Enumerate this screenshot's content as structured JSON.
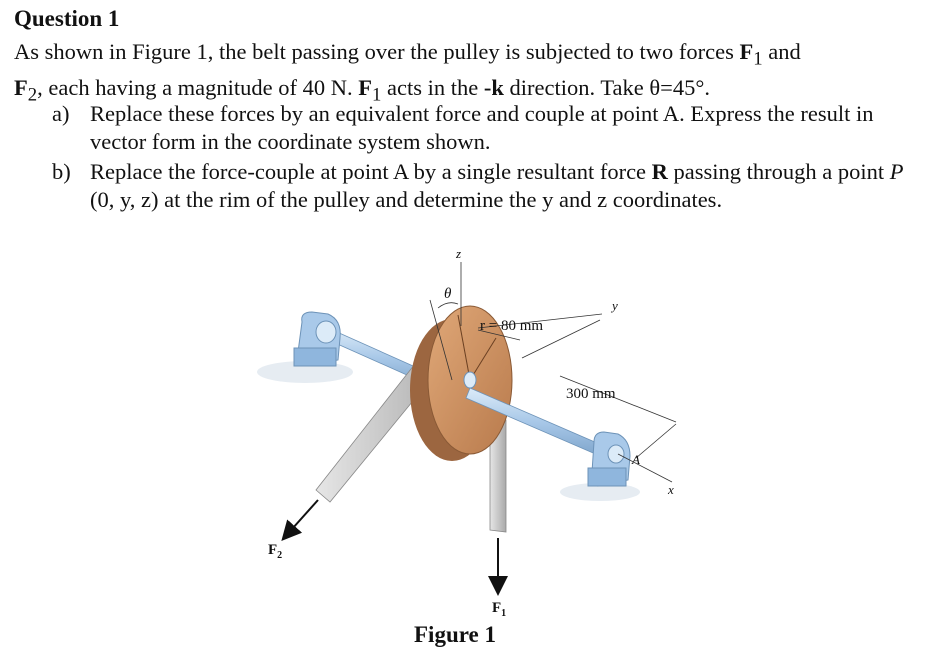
{
  "question": {
    "title": "Question 1",
    "intro": {
      "t1": "As shown in Figure 1, the belt passing over the pulley is subjected to two forces ",
      "f1": "F",
      "f1_sub": "1",
      "t2": " and ",
      "f2": "F",
      "f2_sub": "2",
      "t3": ", each having a magnitude of 40 N. ",
      "f1b": "F",
      "f1b_sub": "1",
      "t4": " acts in the ",
      "dir": "-k",
      "t5": " direction. Take θ=45°."
    },
    "parts": [
      {
        "label": "a)",
        "text": "Replace these forces by an equivalent force and couple at point A. Express the result in vector form in the coordinate system shown."
      },
      {
        "label": "b)",
        "t1": "Replace the force-couple at point A by a single resultant force ",
        "r": "R",
        "t2": " passing through a point ",
        "p": "P",
        "t3": " (0, y, z) at the rim of the pulley and determine the y and z coordinates."
      }
    ]
  },
  "figure": {
    "caption": "Figure 1",
    "labels": {
      "z_axis": "z",
      "y_axis": "y",
      "x_axis": "x",
      "theta": "θ",
      "radius": "r = 80 mm",
      "distance": "300 mm",
      "point_a": "A",
      "f1": "F",
      "f1_sub": "1",
      "f2": "F",
      "f2_sub": "2"
    },
    "colors": {
      "pulley": "#c98a5c",
      "pulley_dark": "#a86a40",
      "bearing": "#8fb6dd",
      "shaft": "#a8c8e8",
      "belt": "#c8c8c8"
    }
  }
}
